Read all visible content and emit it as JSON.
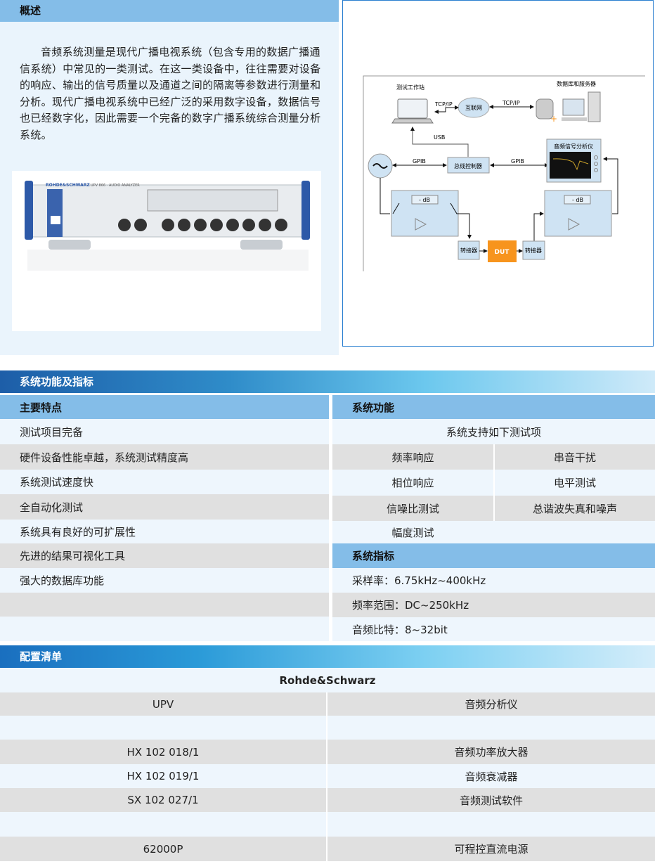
{
  "intro": {
    "title": "概述",
    "text": "音频系统测量是现代广播电视系统（包含专用的数据广播通信系统）中常见的一类测试。在这一类设备中，往往需要对设备的响应、输出的信号质量以及通道之间的隔离等参数进行测量和分析。现代广播电视系统中已经广泛的采用数字设备，数据信号也已经数字化，因此需要一个完备的数字广播系统综合测量分析系统。"
  },
  "product_image": {
    "brand": "ROHDE&SCHWARZ",
    "model": "UPV 866 · AUDIO ANALYZER"
  },
  "diagram": {
    "workstation": "测试工作站",
    "internet": "互联网",
    "db_server": "数据库和服务器",
    "tcp_left": "TCP/IP",
    "tcp_right": "TCP/IP",
    "usb": "USB",
    "gpib_left": "GPIB",
    "gpib_right": "GPIB",
    "bus_controller": "总线控制器",
    "analyzer": "音频信号分析仪",
    "attenuator_left": "- dB",
    "attenuator_right": "- dB",
    "adapter_left": "转接器",
    "dut": "DUT",
    "adapter_right": "转接器",
    "dut_color": "#f7941d"
  },
  "features": {
    "section_title": "系统功能及指标",
    "left_header": "主要特点",
    "left_items": [
      "测试项目完备",
      "硬件设备性能卓越，系统测试精度高",
      "系统测试速度快",
      "全自动化测试",
      "系统具有良好的可扩展性",
      "先进的结果可视化工具",
      "强大的数据库功能"
    ],
    "right_header": "系统功能",
    "support_text": "系统支持如下测试项",
    "tests": [
      "频率响应",
      "串音干扰",
      "相位响应",
      "电平测试",
      "信噪比测试",
      "总谐波失真和噪声",
      "幅度测试"
    ],
    "spec_header": "系统指标",
    "specs": [
      "采样率：6.75kHz~400kHz",
      "频率范围：DC~250kHz",
      "音频比特：8~32bit"
    ]
  },
  "config": {
    "section_title": "配置清单",
    "vendor": "Rohde&Schwarz",
    "rows": [
      {
        "model": "UPV",
        "desc": "音频分析仪"
      },
      {
        "model": "",
        "desc": ""
      },
      {
        "model": "HX 102 018/1",
        "desc": "音频功率放大器"
      },
      {
        "model": "HX 102 019/1",
        "desc": "音频衰减器"
      },
      {
        "model": "SX 102 027/1",
        "desc": "音频测试软件"
      },
      {
        "model": "",
        "desc": ""
      },
      {
        "model": "62000P",
        "desc": "可程控直流电源"
      }
    ]
  }
}
